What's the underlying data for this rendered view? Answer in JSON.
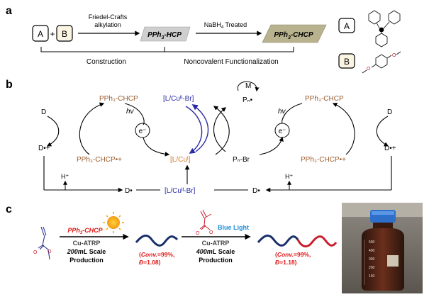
{
  "colors": {
    "brown": "#9a5a2a",
    "orange": "#d27a2a",
    "blue_complex": "#2b2ba8",
    "red": "#e01818",
    "navy": "#18306a",
    "crimson": "#c81e2d",
    "tan_shape": "#b9b28e",
    "gray_shape": "#cfcfcf"
  },
  "panel_a": {
    "label": "a",
    "box_a": "A",
    "plus": "+",
    "box_b": "B",
    "step1_line1": "Friedel-Crafts",
    "step1_line2": "alkylation",
    "product1_main": "PPh",
    "product1_sub": "3",
    "product1_tail": "-HCP",
    "step2_main": "NaBH",
    "step2_sub": "4",
    "step2_tail": " Treated",
    "product2_main": "PPh",
    "product2_sub": "3",
    "product2_tail": "-CHCP",
    "construction": "Construction",
    "functionalization": "Noncovalent Functionalization",
    "legend_a": "A",
    "legend_b": "B"
  },
  "panel_b": {
    "label": "b",
    "pph3_chcp_left": "PPh₃-CHCP",
    "pph3_chcp_rad_left": "PPh₃-CHCP•+",
    "d_left": "D",
    "d_rad_left": "D•+",
    "hv_left": "hv",
    "electron": "e⁻",
    "cu2_top": "[L/Cuᴵᴵ-Br]",
    "cu1": "[L/Cuᴵ]",
    "m": "M",
    "pn_rad": "Pₙ•",
    "pn_br": "Pₙ-Br",
    "hv_right": "hv",
    "pph3_chcp_right": "PPh₃-CHCP",
    "pph3_chcp_rad_right": "PPh₃-CHCP•+",
    "d_right": "D",
    "d_rad_right": "D•+",
    "h_plus_left": "H⁺",
    "h_plus_right": "H⁺",
    "d_dot_left": "D•",
    "cu2_bottom": "[L/Cuᴵᴵ-Br]",
    "d_dot_right": "D•"
  },
  "panel_c": {
    "label": "c",
    "cat_main": "PPh",
    "cat_sub": "3",
    "cat_tail": "-CHCP",
    "atrp1": "Cu-ATRP",
    "scale1_a": "200mL",
    "scale1_b": " Scale",
    "prod1": "Production",
    "conv1_a": "(",
    "conv1_b": "Conv.",
    "conv1_c": "=99%,",
    "disp1_a": "Đ",
    "disp1_b": "=1.08)",
    "blue_light": "Blue Light",
    "atrp2": "Cu-ATRP",
    "scale2_a": "400mL",
    "scale2_b": " Scale",
    "prod2": "Production",
    "conv2_a": "(",
    "conv2_b": "Conv.",
    "conv2_c": "=99%,",
    "disp2_a": "Đ",
    "disp2_b": "=1.18)",
    "bottle_labels": [
      "500",
      "400",
      "300",
      "200",
      "150"
    ]
  }
}
